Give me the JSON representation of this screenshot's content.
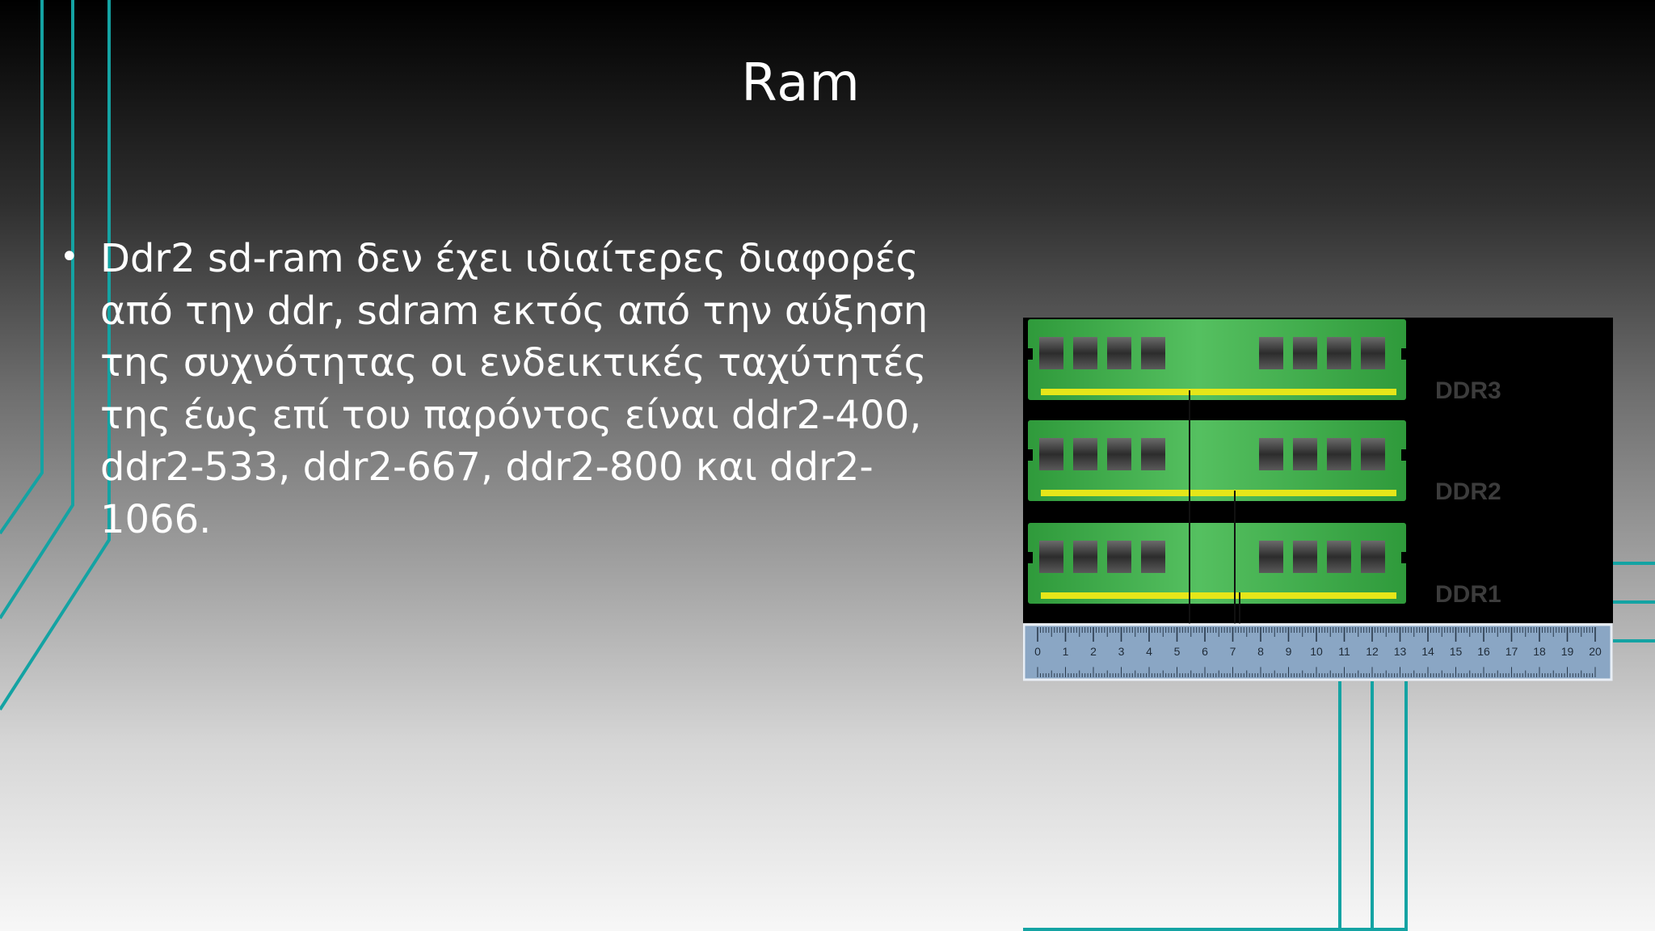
{
  "slide": {
    "title": "Ram",
    "bullets": [
      "Ddr2 sd-ram δεν έχει ιδιαίτερες διαφορές από την ddr, sdram εκτός από την αύξηση της συχνότητας οι ενδεικτικές ταχύτητές της έως επί του παρόντος είναι ddr2-400, ddr2-533, ddr2-667, ddr2-800 και ddr2-1066."
    ],
    "bullet_symbol": "•"
  },
  "figure": {
    "module_labels": [
      "DDR3",
      "DDR2",
      "DDR1"
    ],
    "ruler_labels": [
      "0",
      "1",
      "2",
      "3",
      "4",
      "5",
      "6",
      "7",
      "8",
      "9",
      "10",
      "11",
      "12",
      "13",
      "14",
      "15",
      "16",
      "17",
      "18",
      "19",
      "20"
    ]
  },
  "colors": {
    "accent": "#14a3a3",
    "module_green": "#3cb14a",
    "pin_yellow": "#e6e619",
    "ruler": "#8aa6c4",
    "title_text": "#ffffff"
  },
  "icons": {
    "bullet": "bullet-dot-icon"
  }
}
